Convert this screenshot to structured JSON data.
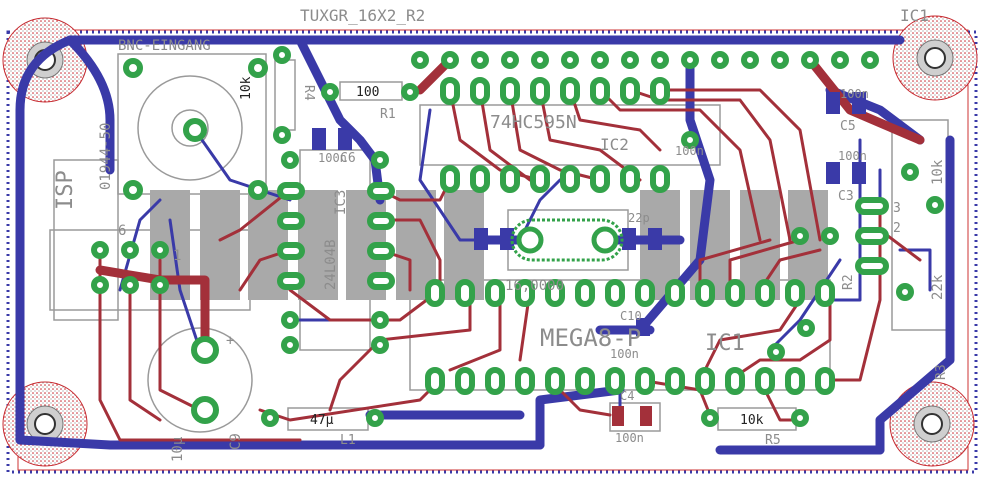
{
  "board": {
    "title": "TUXGR_16X2_R2",
    "title_mirrored": "TUXGR_16X2_R2",
    "corner_label": "IC1"
  },
  "labels": {
    "bnc": "BNC-EINGANG",
    "bnc_part": "01944-50",
    "isp": "ISP",
    "r4": "R4",
    "r4_value": "10k",
    "r1": "R1",
    "r1_value": "100",
    "ic_shift": "74HC595N",
    "ic2": "IC2",
    "ic3": "IC3",
    "ic3_part": "24L04B",
    "c5": "C5",
    "c5_value": "100n",
    "c6": "C6",
    "c6_value": "100n",
    "c7_value": "100n",
    "c8_value": "22p",
    "c9": "C9",
    "c9_value": "10µ",
    "c2_value": "100n",
    "c3": "C3",
    "c3_value": "100n",
    "c4": "C4",
    "c4_value": "100n",
    "q_value": "16,0000",
    "pin6": "6",
    "pin1": "1",
    "mega": "MEGA8-P",
    "ic_mega": "IC1",
    "l1": "L1",
    "l1_value": "47µ",
    "r2_value": "22k",
    "r3_value": "10k",
    "r5_value": "10k",
    "r5": "R5",
    "r2": "R2",
    "r3": "R3",
    "c10": "C10",
    "c10_value": "100n",
    "plus": "+",
    "pin2": "2",
    "pin3": "3"
  },
  "colors": {
    "top_copper": "#a3303a",
    "bottom_copper": "#3a3aa8",
    "pad": "#33a24a",
    "silk": "#8c8c8c",
    "smd": "#a7a7a7",
    "hole_ring": "#c6282e"
  }
}
